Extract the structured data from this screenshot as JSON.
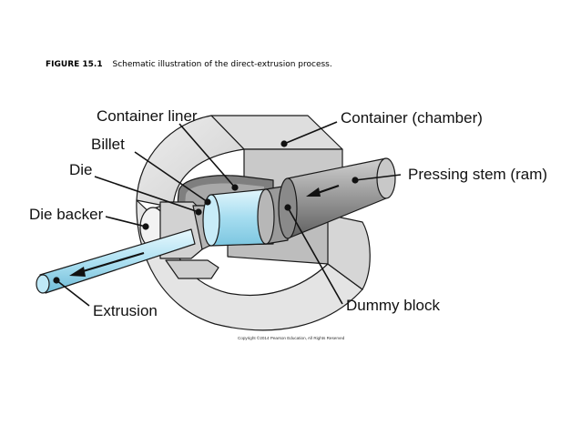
{
  "caption": {
    "figure_number": "FIGURE 15.1",
    "text": "Schematic illustration of the direct-extrusion process."
  },
  "labels": {
    "container_liner": "Container liner",
    "billet": "Billet",
    "die": "Die",
    "die_backer": "Die backer",
    "extrusion": "Extrusion",
    "container_chamber": "Container (chamber)",
    "pressing_stem": "Pressing stem (ram)",
    "dummy_block": "Dummy block"
  },
  "copyright": "Copyright ©2014 Pearson Education, All Rights Reserved",
  "colors": {
    "metal_light": "#e6e6e6",
    "metal_mid": "#c4c4c4",
    "metal_dark": "#8f8f8f",
    "billet_blue": "#b8e6f5",
    "stem_gray": "#9a9a9a"
  },
  "icons": [
    "arrow-left-icon",
    "arrow-left-icon"
  ]
}
